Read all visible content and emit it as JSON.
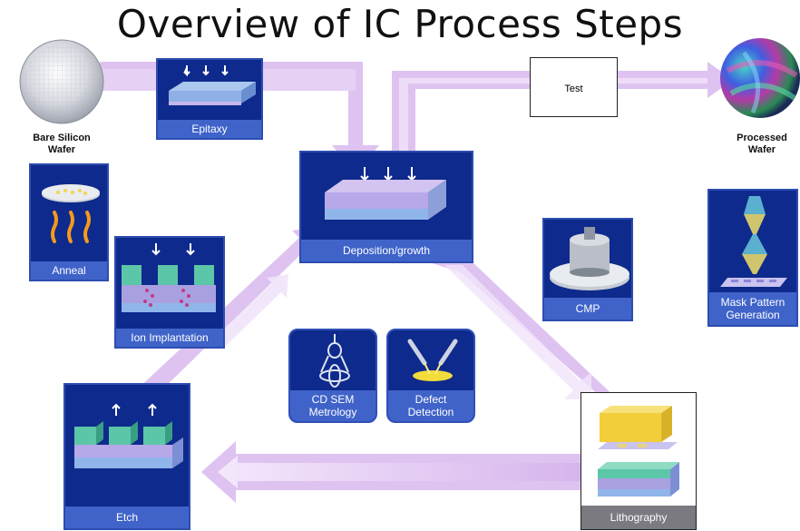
{
  "title": "Overview of IC Process Steps",
  "labels": {
    "bare_wafer": [
      "Bare Silicon",
      "Wafer"
    ],
    "processed_wafer": [
      "Processed",
      "Wafer"
    ],
    "epitaxy": "Epitaxy",
    "test": "Test",
    "deposition": "Deposition/growth",
    "anneal": "Anneal",
    "ion_implantation": "Ion Implantation",
    "cmp": "CMP",
    "mask_pattern": [
      "Mask Pattern",
      "Generation"
    ],
    "cd_sem": [
      "CD SEM",
      "Metrology"
    ],
    "defect": [
      "Defect",
      "Detection"
    ],
    "etch": "Etch",
    "lithography": "Lithography"
  },
  "colors": {
    "arrow": "#d9b8ee",
    "arrow_light": "#f3e8fb",
    "box": "#0e2a8c",
    "label_bar": "#3f63c9"
  }
}
